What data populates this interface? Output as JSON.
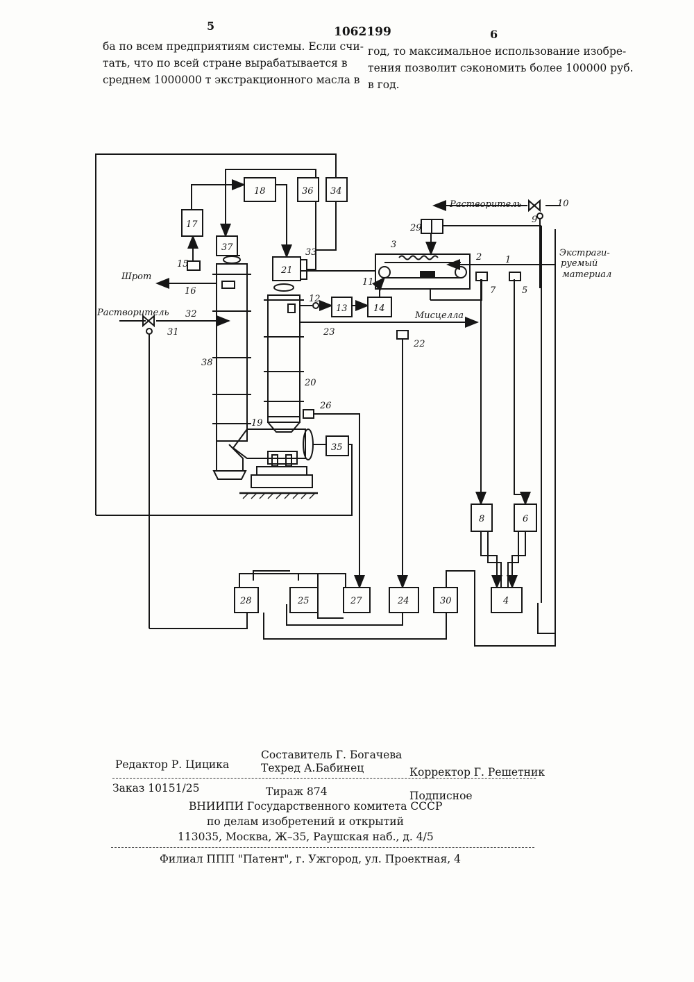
{
  "header": {
    "left_page": "5",
    "patent_number": "1062199",
    "right_page": "6"
  },
  "text": {
    "left_lines": [
      "ба по всем предприятиям системы. Если счи-",
      "тать, что по всей стране вырабатывается в",
      "среднем 1000000 т экстракционного масла в"
    ],
    "right_lines": [
      "год, то максимальное использование изобре-",
      "тения позволит сэкономить более 100000 руб.",
      "в год."
    ]
  },
  "diagram": {
    "labels": {
      "solvent_top": "Растворитель",
      "solvent_left": "Растворитель",
      "meal": "Шрот",
      "miscella": "Мисцелла",
      "extracted_material_1": "Экстраги-",
      "extracted_material_2": "руемый",
      "extracted_material_3": "материал"
    },
    "blocks": {
      "b4": "4",
      "b6": "6",
      "b8": "8",
      "b13": "13",
      "b14": "14",
      "b17": "17",
      "b18": "18",
      "b21": "21",
      "b24": "24",
      "b25": "25",
      "b27": "27",
      "b28": "28",
      "b29": "29",
      "b30": "30",
      "b34": "34",
      "b35": "35",
      "b36": "36",
      "b37": "37"
    },
    "refs": {
      "r1": "1",
      "r2": "2",
      "r3": "3",
      "r5": "5",
      "r7": "7",
      "r9": "9",
      "r10": "10",
      "r11": "11",
      "r12": "12",
      "r15": "15",
      "r16": "16",
      "r19": "19",
      "r20": "20",
      "r22": "22",
      "r23": "23",
      "r26": "26",
      "r31": "31",
      "r32": "32",
      "r33": "33",
      "r38": "38"
    }
  },
  "imprint": {
    "editor": "Редактор Р. Цицика",
    "compiler": "Составитель Г. Богачева",
    "techred": "Техред А.Бабинец",
    "corrector": "Корректор Г. Решетник",
    "order": "Заказ 10151/25",
    "circulation": "Тираж 874",
    "subscription": "Подписное",
    "org1": "ВНИИПИ Государственного комитета СССР",
    "org2": "по делам изобретений и открытий",
    "address": "113035, Москва, Ж–35, Раушская наб., д. 4/5",
    "branch": "Филиал ППП \"Патент\", г. Ужгород, ул. Проектная, 4"
  }
}
